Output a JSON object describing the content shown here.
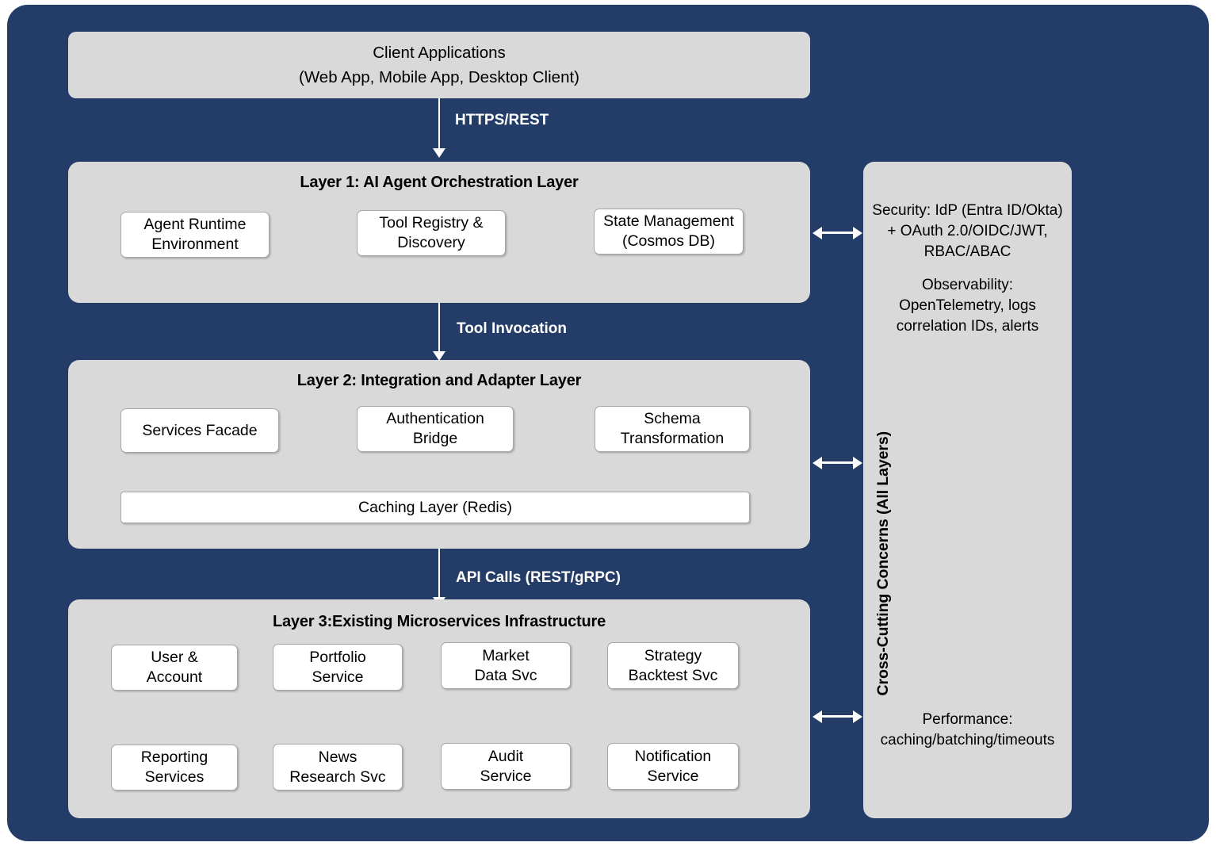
{
  "colors": {
    "frame_background": "#233c68",
    "panel_background": "#d9d9d9",
    "node_background": "#ffffff",
    "node_border": "#a6a6a6",
    "arrow": "#ffffff",
    "text": "#000000",
    "flow_label_text": "#ffffff"
  },
  "client": {
    "line1": "Client Applications",
    "line2": "(Web App, Mobile App, Desktop Client)"
  },
  "flows": [
    {
      "label": "HTTPS/REST"
    },
    {
      "label": "Tool Invocation"
    },
    {
      "label": "API Calls (REST/gRPC)"
    }
  ],
  "layer1": {
    "title": "Layer 1: AI Agent Orchestration Layer",
    "nodes": [
      {
        "line1": "Agent Runtime",
        "line2": "Environment"
      },
      {
        "line1": "Tool Registry &",
        "line2": "Discovery"
      },
      {
        "line1": "State Management",
        "line2": "(Cosmos DB)"
      }
    ]
  },
  "layer2": {
    "title": "Layer 2: Integration and Adapter Layer",
    "nodes": [
      {
        "line1": "Services Facade",
        "line2": ""
      },
      {
        "line1": "Authentication",
        "line2": "Bridge"
      },
      {
        "line1": "Schema",
        "line2": "Transformation"
      }
    ],
    "wide_node": "Caching Layer (Redis)"
  },
  "layer3": {
    "title": "Layer 3:Existing Microservices Infrastructure",
    "row1": [
      {
        "line1": "User &",
        "line2": "Account"
      },
      {
        "line1": "Portfolio",
        "line2": "Service"
      },
      {
        "line1": "Market",
        "line2": "Data Svc"
      },
      {
        "line1": "Strategy",
        "line2": "Backtest Svc"
      }
    ],
    "row2": [
      {
        "line1": "Reporting",
        "line2": "Services"
      },
      {
        "line1": "News",
        "line2": "Research Svc"
      },
      {
        "line1": "Audit",
        "line2": "Service"
      },
      {
        "line1": "Notification",
        "line2": "Service"
      }
    ]
  },
  "cross_cutting": {
    "vertical_title": "Cross-Cutting Concerns (All Layers)",
    "security": {
      "line1": "Security: IdP (Entra",
      "line2": "ID/Okta) + OAuth",
      "line3": "2.0/OIDC/JWT, RBAC/ABAC"
    },
    "observability": {
      "line1": "Observability:",
      "line2": "OpenTelemetry, logs",
      "line3": "correlation IDs, alerts"
    },
    "performance": {
      "line1": "Performance:",
      "line2": "caching/batching/timeouts"
    }
  }
}
